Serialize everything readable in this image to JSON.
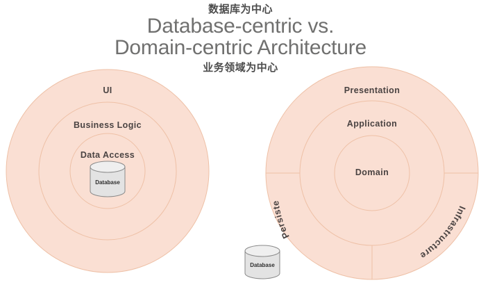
{
  "header": {
    "cn_subtitle_top": "数据库为中心",
    "title_line1": "Database-centric vs.",
    "title_line2": "Domain-centric Architecture",
    "cn_subtitle_bottom": "业务领域为中心",
    "title_color": "#70706f",
    "cn_color": "#4c4c4c"
  },
  "palette": {
    "ring_fill": "#fadfd3",
    "ring_stroke": "#eec0a6",
    "label_text": "#4a4342",
    "cylinder_fill": "#e3e3e3",
    "cylinder_top": "#efefef",
    "cylinder_stroke": "#8a8a8a",
    "background": "#ffffff"
  },
  "diagrams": [
    {
      "id": "database-centric",
      "name": "Database-centric Architecture",
      "layers": [
        {
          "label": "UI",
          "order": 1
        },
        {
          "label": "Business Logic",
          "order": 2
        },
        {
          "label": "Data Access",
          "order": 3
        }
      ],
      "center_icon": {
        "type": "database-cylinder",
        "label": "Database"
      },
      "sectors": []
    },
    {
      "id": "domain-centric",
      "name": "Domain-centric Architecture",
      "layers": [
        {
          "label": "Presentation",
          "order": 1
        },
        {
          "label": "Application",
          "order": 2
        },
        {
          "label": "Domain",
          "order": 3
        }
      ],
      "center_icon": null,
      "sectors": [
        {
          "label": "Persistence",
          "position": "bottom-left"
        },
        {
          "label": "Infrastructure",
          "position": "bottom-right"
        }
      ]
    }
  ],
  "external_icon": {
    "type": "database-cylinder",
    "label": "Database"
  }
}
